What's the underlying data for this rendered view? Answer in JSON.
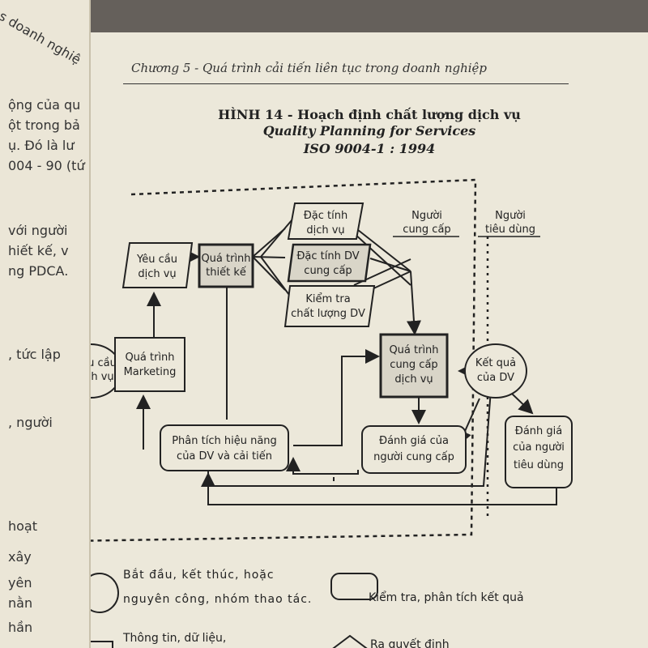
{
  "left_page": {
    "lines": [
      "s doanh nghiệ",
      "ộng của qu",
      "ột trong bả",
      "ụ. Đó là lư",
      "004 - 90 (tứ",
      "với người",
      "hiết kế, v",
      "ng PDCA.",
      ", tức lập",
      ", người",
      "hoạt",
      "xây",
      "yên",
      "nằn",
      "hần"
    ]
  },
  "header": {
    "chapter": "Chương 5 - Quá trình cải tiến liên tục trong doanh nghiệp"
  },
  "figure": {
    "title_vn": "HÌNH 14 - Hoạch định chất lượng dịch vụ",
    "title_en": "Quality Planning for Services",
    "title_iso": "ISO 9004-1 : 1994",
    "nodes": {
      "nhu_cau": [
        "Nhu cầu",
        "dịch vụ"
      ],
      "marketing": [
        "Quá trình",
        "Marketing"
      ],
      "yeu_cau": [
        "Yêu cầu",
        "dịch vụ"
      ],
      "thiet_ke": [
        "Quá trình",
        "thiết kế"
      ],
      "dac_tinh": [
        "Đặc tính",
        "dịch vụ"
      ],
      "dac_tinh_cung_cap": [
        "Đặc tính DV",
        "cung cấp"
      ],
      "kiem_tra": [
        "Kiểm tra",
        "chất lượng DV"
      ],
      "cung_cap": [
        "Quá trình",
        "cung cấp",
        "dịch vụ"
      ],
      "ket_qua": [
        "Kết quả",
        "của DV"
      ],
      "phan_tich": [
        "Phân tích hiệu năng",
        "của DV và cải tiến"
      ],
      "danh_gia_ncc": [
        "Đánh giá của",
        "người cung cấp"
      ],
      "danh_gia_ntd": [
        "Đánh giá",
        "của người",
        "tiêu dùng"
      ]
    },
    "zone_provider": [
      "Người",
      "cung cấp"
    ],
    "zone_consumer": [
      "Người",
      "tiêu dùng"
    ]
  },
  "legend": {
    "circle_text_1": "Bắt đầu, kết thúc, hoặc",
    "circle_text_2": "nguyên công, nhóm thao tác.",
    "rounded_text": "Kiểm tra, phân tích kết quả",
    "rect_text": "Thông tin, dữ liệu,",
    "diamond_text": "Ra quyết định"
  }
}
